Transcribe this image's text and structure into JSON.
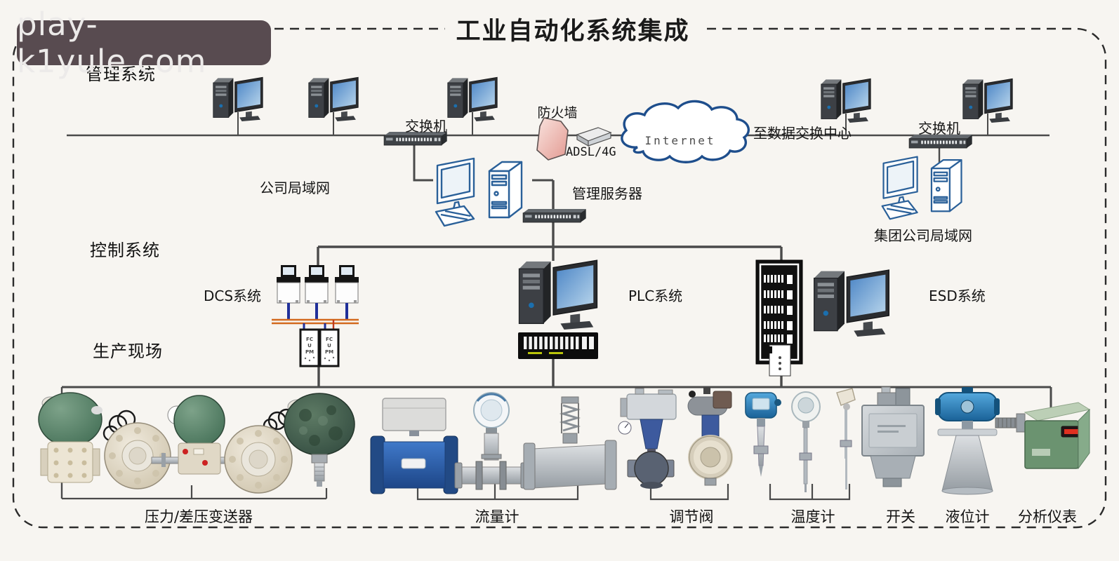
{
  "watermark": {
    "text": "play-k1yule.com"
  },
  "title": "工业自动化系统集成",
  "sections": {
    "management": "管理系统",
    "control": "控制系统",
    "field": "生产现场"
  },
  "network": {
    "switch_left": "交换机",
    "switch_right": "交换机",
    "firewall": "防火墙",
    "modem": "ADSL/4G",
    "internet": "Internet",
    "to_data_center": "至数据交换中心",
    "company_lan": "公司局域网",
    "management_server": "管理服务器",
    "group_lan": "集团公司局域网"
  },
  "control_systems": {
    "dcs": "DCS系统",
    "plc": "PLC系统",
    "esd": "ESD系统",
    "fcu_lines": [
      "FC",
      "U",
      "PM"
    ]
  },
  "field_devices": [
    {
      "label": "压力/差压变送器"
    },
    {
      "label": "流量计"
    },
    {
      "label": "调节阀"
    },
    {
      "label": "温度计"
    },
    {
      "label": "开关"
    },
    {
      "label": "液位计"
    },
    {
      "label": "分析仪表"
    }
  ],
  "colors": {
    "background": "#f7f5f1",
    "line": "#4a4a4a",
    "border_dash": "#2b2b2b",
    "watermark_bg": "#584b50",
    "cloud_stroke": "#1e4e8c",
    "firewall_pink": "#e9a39b",
    "bus_orange": "#d2691e",
    "link_blue": "#20309a"
  }
}
